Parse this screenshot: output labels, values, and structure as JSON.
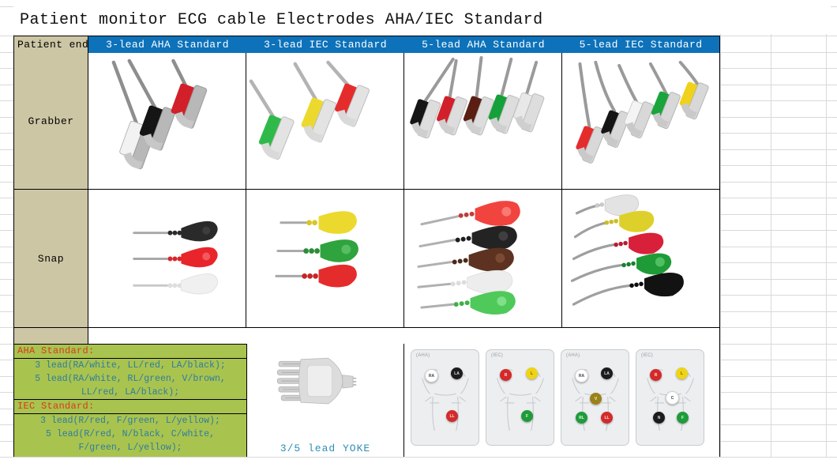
{
  "title": "Patient monitor ECG cable Electrodes AHA/IEC Standard",
  "table": {
    "corner_label": "Patient end",
    "columns": [
      {
        "label": "3-lead AHA Standard"
      },
      {
        "label": "3-lead IEC Standard"
      },
      {
        "label": "5-lead AHA Standard"
      },
      {
        "label": "5-lead IEC Standard"
      }
    ],
    "rows": [
      {
        "label": "Grabber"
      },
      {
        "label": "Snap"
      }
    ]
  },
  "standards": {
    "aha": {
      "heading": "AHA Standard:",
      "lines": [
        "3 lead(RA/white, LL/red, LA/black);",
        "5 lead(RA/white, RL/green, V/brown,",
        "LL/red, LA/black);"
      ]
    },
    "iec": {
      "heading": "IEC Standard:",
      "lines": [
        "3 lead(R/red, F/green, L/yellow);",
        "5 lead(R/red, N/black, C/white,",
        "F/green, L/yellow);"
      ]
    }
  },
  "yoke": {
    "label": "3/5 lead YOKE"
  },
  "placement_cards": [
    {
      "name": "(AHA)",
      "leads": [
        {
          "code": "RA",
          "color": "#ffffff",
          "text_color": "#444444"
        },
        {
          "code": "LA",
          "color": "#1c1c1c",
          "text_color": "#dddddd"
        },
        {
          "code": "LL",
          "color": "#d42a2a",
          "text_color": "#ffe2e2"
        }
      ]
    },
    {
      "name": "(IEC)",
      "leads": [
        {
          "code": "R",
          "color": "#d42a2a",
          "text_color": "#ffe2e2"
        },
        {
          "code": "L",
          "color": "#efd317",
          "text_color": "#6a5c00"
        },
        {
          "code": "F",
          "color": "#1f9b3a",
          "text_color": "#ddffe4"
        }
      ]
    },
    {
      "name": "(AHA)",
      "leads": [
        {
          "code": "RA",
          "color": "#ffffff",
          "text_color": "#444444"
        },
        {
          "code": "LA",
          "color": "#1c1c1c",
          "text_color": "#dddddd"
        },
        {
          "code": "V",
          "color": "#9a8118",
          "text_color": "#fff3c0"
        },
        {
          "code": "RL",
          "color": "#1f9b3a",
          "text_color": "#ddffe4"
        },
        {
          "code": "LL",
          "color": "#d42a2a",
          "text_color": "#ffe2e2"
        }
      ]
    },
    {
      "name": "(IEC)",
      "leads": [
        {
          "code": "R",
          "color": "#d42a2a",
          "text_color": "#ffe2e2"
        },
        {
          "code": "L",
          "color": "#efd317",
          "text_color": "#6a5c00"
        },
        {
          "code": "C",
          "color": "#ffffff",
          "text_color": "#444444"
        },
        {
          "code": "N",
          "color": "#1c1c1c",
          "text_color": "#dddddd"
        },
        {
          "code": "F",
          "color": "#1f9b3a",
          "text_color": "#ddffe4"
        }
      ]
    }
  ],
  "lead_colors": {
    "grabber_3_aha": [
      "#f2f2f2",
      "#151515",
      "#d2202a"
    ],
    "grabber_3_iec": [
      "#2fb94a",
      "#ecd92e",
      "#e52c2c"
    ],
    "grabber_5_aha": [
      "#151515",
      "#d2202a",
      "#5a1f12",
      "#16a03a",
      "#e8e8e8"
    ],
    "grabber_5_iec": [
      "#e52c2c",
      "#151515",
      "#f4f4f4",
      "#19a53c",
      "#f0d21c"
    ],
    "snap_3_aha": [
      "#1a1a1a",
      "#e8252b",
      "#f0f0f0"
    ],
    "snap_3_iec": [
      "#ecd92e",
      "#2fa33d",
      "#e52c2c"
    ],
    "snap_5_aha": [
      "#f2443f",
      "#232323",
      "#5d3220",
      "#ededed",
      "#4fc95a"
    ],
    "snap_5_iec": [
      "#e3e3e3",
      "#ded02a",
      "#d8203a",
      "#1e9b37",
      "#121212"
    ]
  },
  "colors": {
    "header_blue": "#0d72ba",
    "label_tan": "#cdc6a5",
    "standards_green": "#a9c34f",
    "standards_heading_red": "#d93a1a",
    "standards_text_blue": "#2e7d9e",
    "yoke_text_blue": "#2e8fb5",
    "grid_line": "#d9d9d9",
    "border_black": "#000000"
  }
}
